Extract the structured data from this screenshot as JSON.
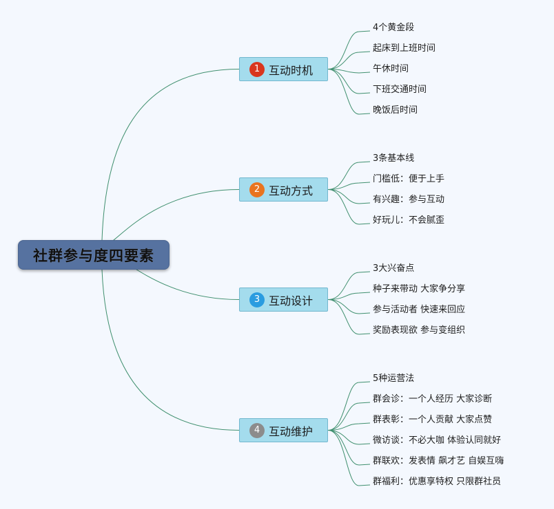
{
  "mindmap": {
    "root": "社群参与度四要素",
    "branches": [
      {
        "number": "1",
        "label": "互动时机",
        "badge_color": "#d9361e",
        "leaves": [
          "4个黄金段",
          "起床到上班时间",
          "午休时间",
          "下班交通时间",
          "晚饭后时间"
        ]
      },
      {
        "number": "2",
        "label": "互动方式",
        "badge_color": "#e9741f",
        "leaves": [
          "3条基本线",
          "门槛低：便于上手",
          "有兴趣：参与互动",
          "好玩儿：不会腻歪"
        ]
      },
      {
        "number": "3",
        "label": "互动设计",
        "badge_color": "#2a9ce0",
        "leaves": [
          "3大兴奋点",
          "种子来带动 大家争分享",
          "参与活动者 快速来回应",
          "奖励表现欲 参与变组织"
        ]
      },
      {
        "number": "4",
        "label": "互动维护",
        "badge_color": "#8c8c8c",
        "leaves": [
          "5种运营法",
          "群会诊：一个人经历 大家诊断",
          "群表彰：一个人贡献 大家点赞",
          "微访谈：不必大咖 体验认同就好",
          "群联欢：发表情 飙才艺 自娱互嗨",
          "群福利：优惠享特权 只限群社员"
        ]
      }
    ],
    "line_color": "#3f8f6e"
  }
}
